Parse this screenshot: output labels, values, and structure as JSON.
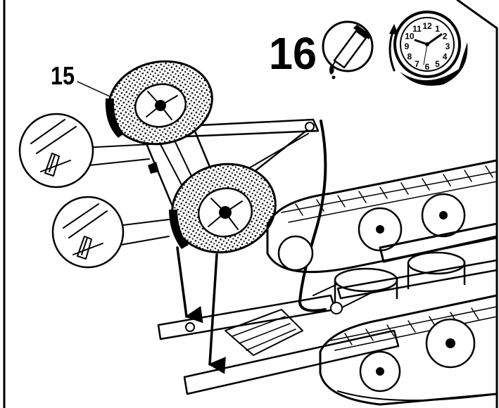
{
  "step": {
    "number": "16"
  },
  "part": {
    "number": "15"
  },
  "clock": {
    "numerals": [
      "12",
      "1",
      "2",
      "3",
      "4",
      "5",
      "6",
      "7",
      "8",
      "9",
      "10",
      "11"
    ]
  },
  "icons": {
    "glue": "glue-tube-icon",
    "clock": "wait-clock-icon",
    "detail": "pin-in-slot-detail-icon"
  },
  "colors": {
    "ink": "#000000",
    "paper": "#ffffff"
  }
}
